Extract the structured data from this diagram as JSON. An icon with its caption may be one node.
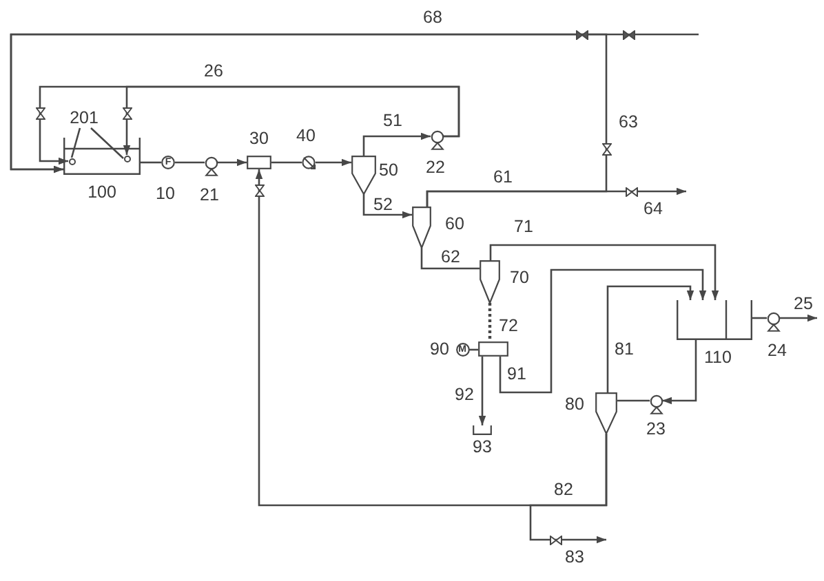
{
  "diagram": {
    "nodes": [
      {
        "text": [
          "100"
        ]
      },
      {
        "text": [],
        "shape": "circle",
        "in": 0
      },
      {
        "text": [],
        "shape": "circle",
        "in": 0
      },
      {
        "text": [
          "201"
        ]
      },
      {
        "text": [
          "F",
          "10"
        ]
      },
      {
        "text": [
          "21"
        ]
      },
      {
        "text": [
          "30"
        ]
      },
      {
        "text": [
          "40"
        ]
      },
      {
        "text": [
          "50"
        ]
      },
      {
        "text": [
          "22"
        ]
      },
      {
        "text": [
          "60"
        ]
      },
      {
        "text": [
          "70"
        ]
      },
      {
        "text": [
          "110"
        ]
      },
      {
        "text": [
          "24"
        ]
      },
      {
        "text": [
          "90",
          "M"
        ]
      },
      {
        "text": [],
        "shape": "box"
      },
      {
        "text": [
          "93"
        ]
      },
      {
        "text": [
          "80"
        ]
      },
      {
        "text": [
          "23"
        ]
      }
    ],
    "edges": [
      {
        "from": 0,
        "to": 4,
        "arrow": "none"
      },
      {
        "from": 4,
        "to": 5,
        "arrow": "none"
      },
      {
        "from": 5,
        "to": 6,
        "arrow": "to"
      },
      {
        "from": 6,
        "to": 7,
        "arrow": "none"
      },
      {
        "from": 7,
        "to": 8,
        "arrow": "to"
      },
      {
        "from": 8,
        "to": 9,
        "arrow": "to",
        "label": "51"
      },
      {
        "from": 9,
        "to": 1,
        "arrow": "to",
        "label": "26"
      },
      {
        "from": 9,
        "to": 2,
        "arrow": "to"
      },
      {
        "from": 8,
        "to": 10,
        "arrow": "to",
        "label": "52"
      },
      {
        "from": 10,
        "to": 0,
        "arrow": "to",
        "label": "63"
      },
      {
        "from": 10,
        "to": null,
        "arrow": "to",
        "label": "64"
      },
      {
        "from": null,
        "to": 0,
        "arrow": "to",
        "label": "68"
      },
      {
        "from": 10,
        "to": 11,
        "arrow": "none",
        "label": "62"
      },
      {
        "from": 11,
        "to": 12,
        "arrow": "to",
        "label": "71"
      },
      {
        "from": 11,
        "to": 15,
        "arrow": "none",
        "label": "72",
        "style": "dashed"
      },
      {
        "from": 15,
        "to": 12,
        "arrow": "to",
        "label": "91"
      },
      {
        "from": 15,
        "to": 16,
        "arrow": "to",
        "label": "92"
      },
      {
        "from": 17,
        "to": 12,
        "arrow": "to",
        "label": "81"
      },
      {
        "from": 12,
        "to": 18,
        "arrow": "to"
      },
      {
        "from": 18,
        "to": 17,
        "arrow": "none"
      },
      {
        "from": 12,
        "to": 13,
        "arrow": "none"
      },
      {
        "from": 13,
        "to": null,
        "arrow": "to",
        "label": "25"
      },
      {
        "from": 17,
        "to": 6,
        "arrow": "to",
        "label": "82"
      },
      {
        "from": 17,
        "to": null,
        "arrow": "to",
        "label": "83"
      },
      {
        "from": 3,
        "to": 1,
        "arrow": "none"
      },
      {
        "from": 3,
        "to": 2,
        "arrow": "none"
      },
      {
        "from": 14,
        "to": 15,
        "arrow": "none"
      }
    ],
    "labels": [
      "61"
    ]
  }
}
